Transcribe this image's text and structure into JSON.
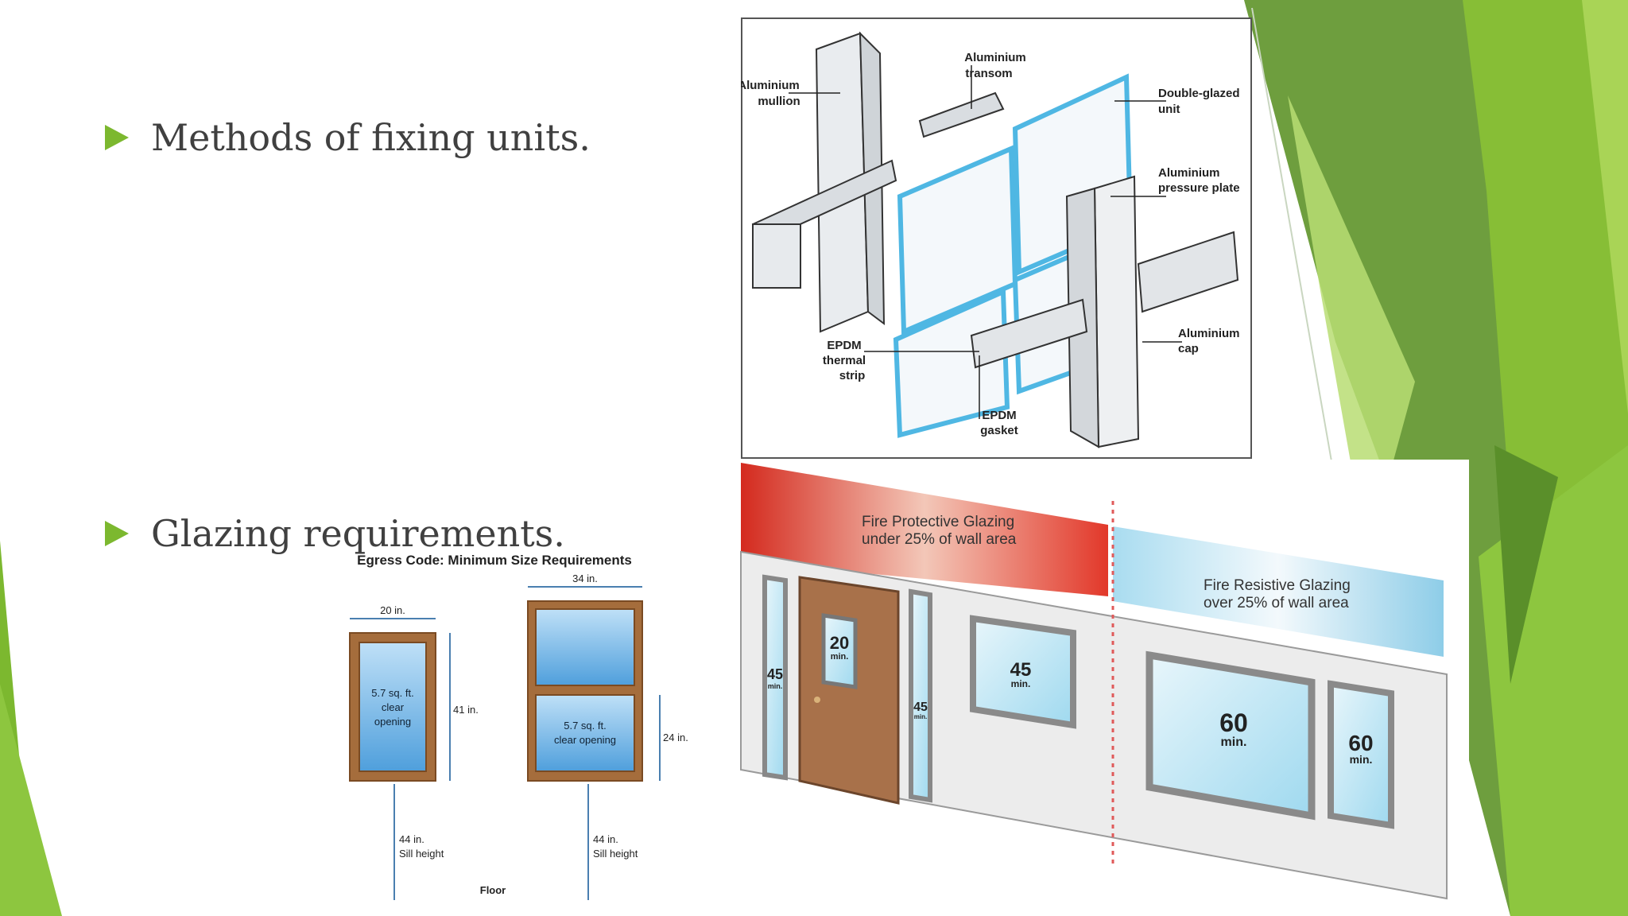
{
  "bullets": [
    {
      "text": "Methods of fixing units."
    },
    {
      "text": "Glazing requirements."
    }
  ],
  "curtain_wall": {
    "labels": {
      "mullion_1": "Aluminium",
      "mullion_2": "mullion",
      "transom_1": "Aluminium",
      "transom_2": "transom",
      "dgu_1": "Double-glazed",
      "dgu_2": "unit",
      "plate_1": "Aluminium",
      "plate_2": "pressure plate",
      "cap_1": "Aluminium",
      "cap_2": "cap",
      "strip_1": "EPDM",
      "strip_2": "thermal",
      "strip_3": "strip",
      "gasket_1": "EPDM",
      "gasket_2": "gasket"
    }
  },
  "egress": {
    "title": "Egress Code: Minimum Size Requirements",
    "w1": "20 in.",
    "h1": "41 in.",
    "a1_1": "5.7 sq. ft.",
    "a1_2": "clear",
    "a1_3": "opening",
    "w2": "34 in.",
    "h2": "24 in.",
    "a2_1": "5.7 sq. ft.",
    "a2_2": "clear opening",
    "sill1_1": "44 in.",
    "sill1_2": "Sill height",
    "sill2_1": "44 in.",
    "sill2_2": "Sill height",
    "floor": "Floor"
  },
  "fire": {
    "protective_1": "Fire Protective Glazing",
    "protective_2": "under 25% of wall area",
    "resistive_1": "Fire Resistive Glazing",
    "resistive_2": "over 25% of wall area",
    "side_left": "45",
    "side_left_unit": "min.",
    "door": "20",
    "door_unit": "min.",
    "side_right": "45",
    "side_right_unit": "min.",
    "win45": "45",
    "win45_unit": "min.",
    "win60a": "60",
    "win60a_unit": "min.",
    "win60b": "60",
    "win60b_unit": "min."
  },
  "colors": {
    "accent_green": "#7CB82F",
    "dark_green": "#4E8A2A",
    "glass_blue": "#5BC0E8",
    "fire_red": "#D42A1E"
  }
}
